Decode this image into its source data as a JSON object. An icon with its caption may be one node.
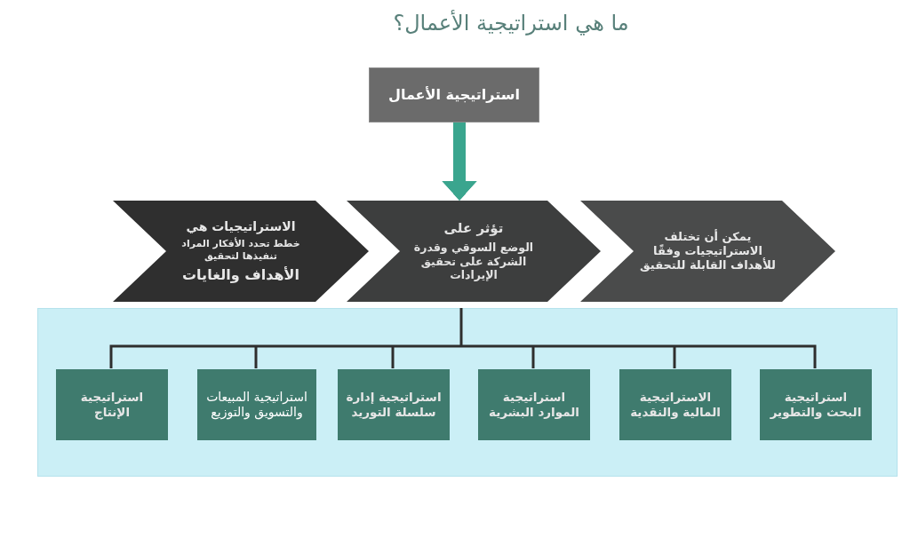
{
  "diagram": {
    "title": "ما هي استراتيجية الأعمال؟",
    "nodes": [
      {
        "text": [
          "استراتيجية الأعمال"
        ]
      },
      {
        "text": [
          "يمكن أن تختلف الاستراتيجيات وفقًا للأهداف القابلة للتحقيق"
        ]
      },
      {
        "text": [
          "تؤثر على",
          "الوضع السوقي وقدرة الشركة على تحقيق الإيرادات"
        ]
      },
      {
        "text": [
          "الاستراتيجيات هي",
          "خطط تحدد الأفكار المراد تنفيذها لتحقيق",
          "الأهداف والغايات"
        ]
      },
      {
        "text": [],
        "shape": "box"
      },
      {
        "text": [
          "استراتيجية البحث والتطوير"
        ],
        "in": 4
      },
      {
        "text": [
          "الاستراتيجية المالية والنقدية"
        ],
        "in": 4
      },
      {
        "text": [
          "استراتيجية الموارد البشرية"
        ],
        "in": 4
      },
      {
        "text": [
          "استراتيجية إدارة سلسلة التوريد"
        ],
        "in": 4
      },
      {
        "text": [
          "استراتيجية المبيعات والتسويق والتوزيع"
        ],
        "in": 4
      },
      {
        "text": [
          "استراتيجية الإنتاج"
        ],
        "in": 4
      }
    ],
    "edges": [
      {
        "from": 0,
        "to": 2,
        "arrow": "to",
        "style": "thick",
        "color": "#3aa58e"
      },
      {
        "from": 4,
        "to": 5,
        "arrow": "none"
      },
      {
        "from": 4,
        "to": 6,
        "arrow": "none"
      },
      {
        "from": 4,
        "to": 7,
        "arrow": "none"
      },
      {
        "from": 4,
        "to": 8,
        "arrow": "none"
      },
      {
        "from": 4,
        "to": 9,
        "arrow": "none"
      },
      {
        "from": 4,
        "to": 10,
        "arrow": "none"
      }
    ]
  }
}
